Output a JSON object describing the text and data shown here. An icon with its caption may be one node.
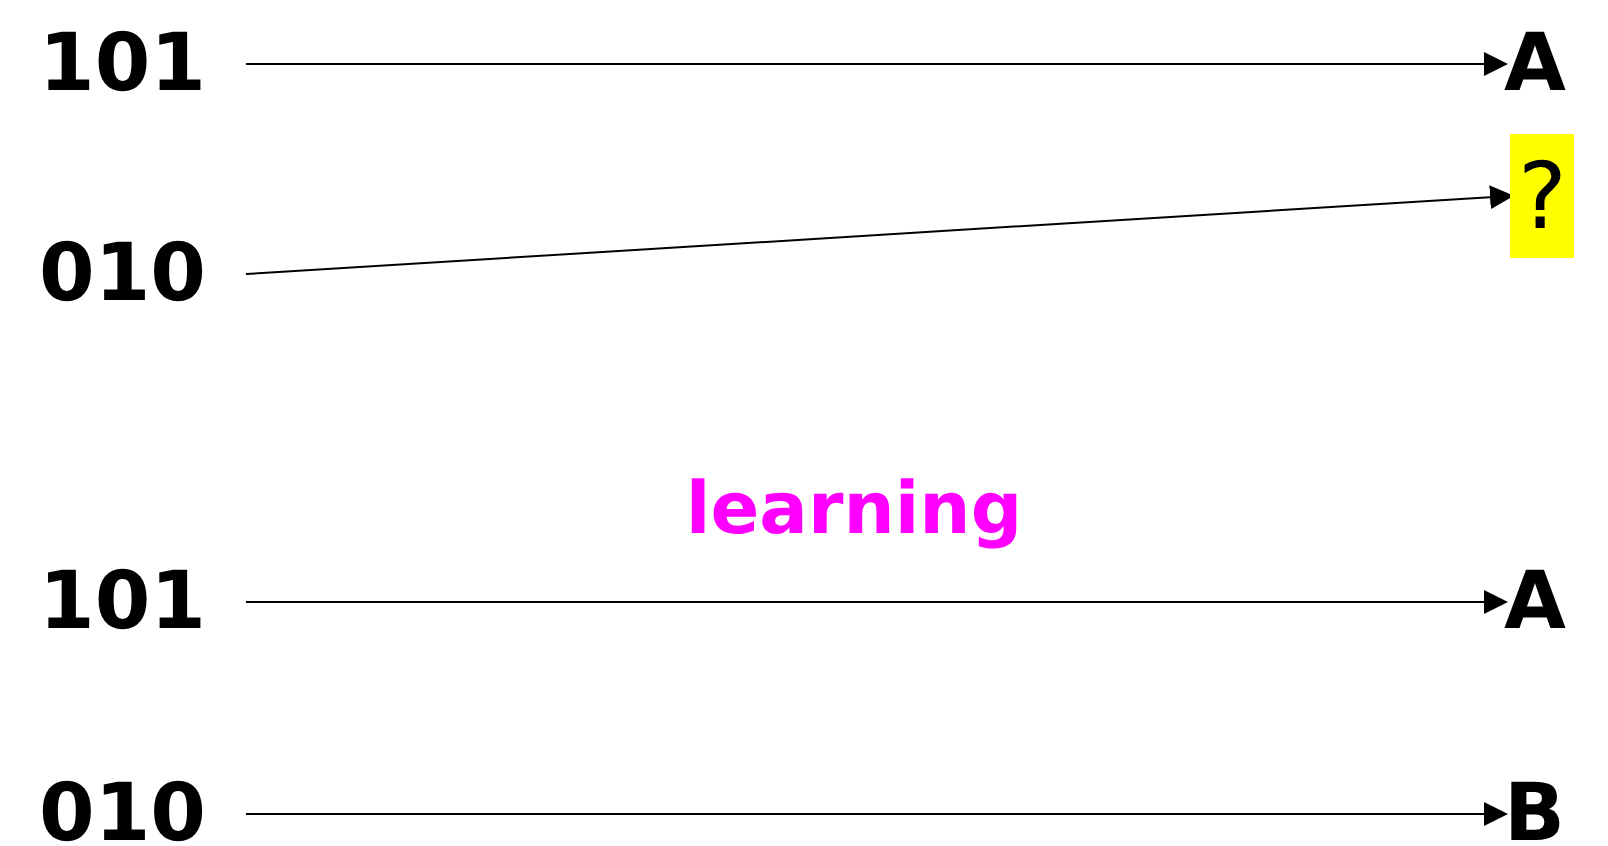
{
  "diagram": {
    "nodes": [
      {
        "text": [
          "101"
        ]
      },
      {
        "text": [
          "A"
        ]
      },
      {
        "text": [
          "010"
        ]
      },
      {
        "text": [
          "?"
        ]
      },
      {
        "text": [
          "101"
        ]
      },
      {
        "text": [
          "A"
        ]
      },
      {
        "text": [
          "010"
        ]
      },
      {
        "text": [
          "B"
        ]
      }
    ],
    "edges": [
      {
        "from": 0,
        "to": 1,
        "arrow": "to"
      },
      {
        "from": 2,
        "to": 3,
        "arrow": "to"
      },
      {
        "from": 4,
        "to": 5,
        "arrow": "to"
      },
      {
        "from": 6,
        "to": 7,
        "arrow": "to"
      }
    ],
    "labels": [
      "learning"
    ]
  }
}
